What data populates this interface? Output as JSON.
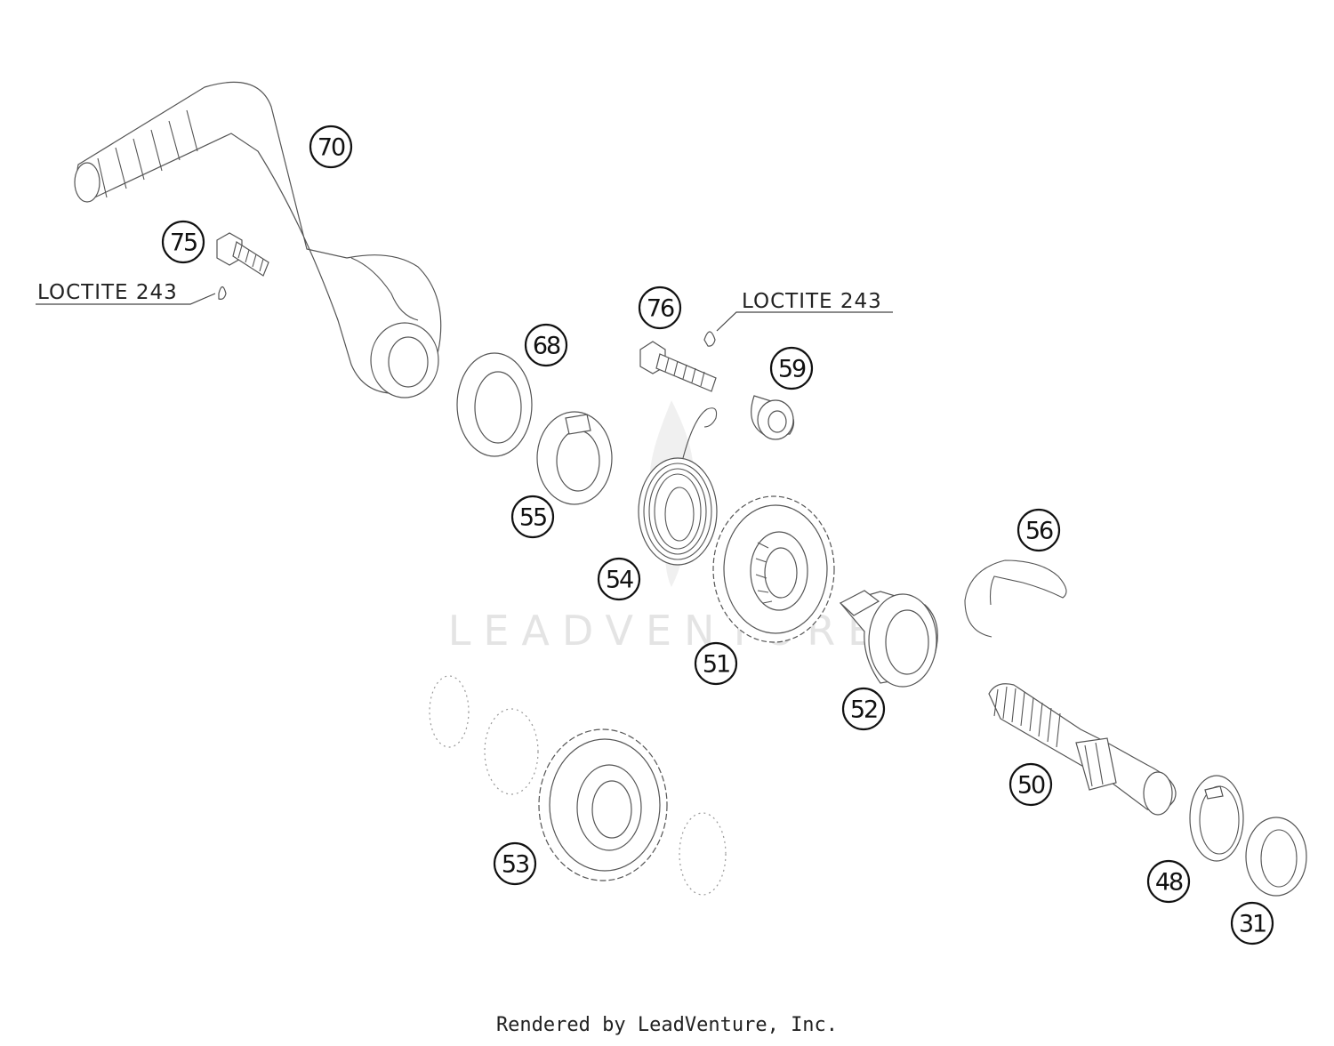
{
  "watermark": "LEADVENTURE",
  "notes": [
    {
      "id": "note-75",
      "text": "LOCTITE 243"
    },
    {
      "id": "note-76",
      "text": "LOCTITE 243"
    }
  ],
  "callouts": [
    {
      "id": "70",
      "label": "70"
    },
    {
      "id": "75",
      "label": "75"
    },
    {
      "id": "76",
      "label": "76"
    },
    {
      "id": "68",
      "label": "68"
    },
    {
      "id": "59",
      "label": "59"
    },
    {
      "id": "55",
      "label": "55"
    },
    {
      "id": "54",
      "label": "54"
    },
    {
      "id": "56",
      "label": "56"
    },
    {
      "id": "51",
      "label": "51"
    },
    {
      "id": "52",
      "label": "52"
    },
    {
      "id": "50",
      "label": "50"
    },
    {
      "id": "53",
      "label": "53"
    },
    {
      "id": "48",
      "label": "48"
    },
    {
      "id": "31",
      "label": "31"
    }
  ],
  "footer": "Rendered by LeadVenture, Inc."
}
